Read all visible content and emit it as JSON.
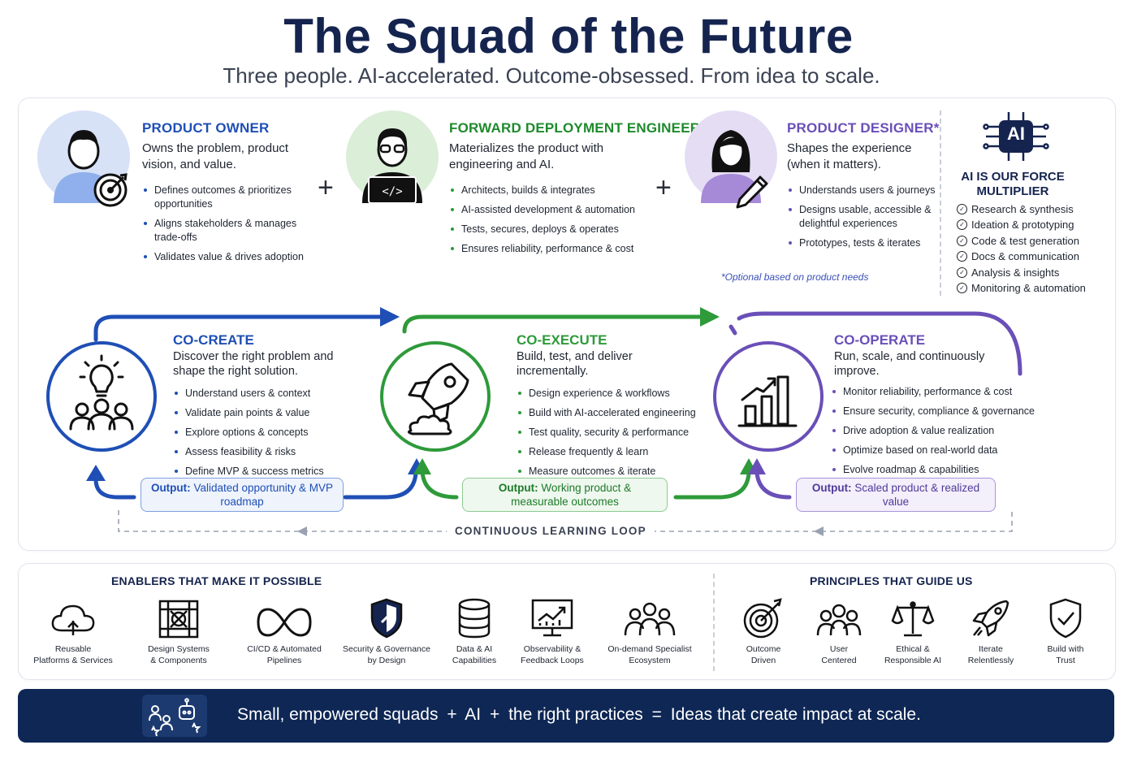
{
  "header": {
    "title": "The Squad of the Future",
    "subtitle": "Three people. AI-accelerated. Outcome-obsessed. From idea to scale."
  },
  "roles": [
    {
      "title": "PRODUCT OWNER",
      "desc": "Owns the problem, product vision, and value.",
      "bullets": [
        "Defines outcomes & prioritizes opportunities",
        "Aligns stakeholders & manages trade-offs",
        "Validates value & drives adoption"
      ]
    },
    {
      "title": "FORWARD DEPLOYMENT ENGINEER",
      "desc": "Materializes the product with engineering and AI.",
      "bullets": [
        "Architects, builds & integrates",
        "AI-assisted development & automation",
        "Tests, secures, deploys & operates",
        "Ensures reliability, performance & cost"
      ]
    },
    {
      "title": "PRODUCT DESIGNER*",
      "desc": "Shapes the experience (when it matters).",
      "bullets": [
        "Understands users & journeys",
        "Designs usable, accessible & delightful experiences",
        "Prototypes, tests & iterates"
      ]
    }
  ],
  "plus_sign": "+",
  "optional_note": "*Optional based on product needs",
  "ai_panel": {
    "badge": "AI",
    "title": "AI IS OUR FORCE MULTIPLIER",
    "items": [
      "Research & synthesis",
      "Ideation & prototyping",
      "Code & test generation",
      "Docs & communication",
      "Analysis & insights",
      "Monitoring & automation"
    ]
  },
  "phases": [
    {
      "title": "CO-CREATE",
      "desc": "Discover the right problem and shape the right solution.",
      "bullets": [
        "Understand users & context",
        "Validate pain points & value",
        "Explore options & concepts",
        "Assess feasibility & risks",
        "Define MVP & success metrics"
      ],
      "output_label": "Output:",
      "output_text": "Validated opportunity & MVP roadmap"
    },
    {
      "title": "CO-EXECUTE",
      "desc": "Build, test, and deliver incrementally.",
      "bullets": [
        "Design experience & workflows",
        "Build with AI-accelerated engineering",
        "Test quality, security & performance",
        "Release frequently & learn",
        "Measure outcomes & iterate"
      ],
      "output_label": "Output:",
      "output_text": "Working product & measurable outcomes"
    },
    {
      "title": "CO-OPERATE",
      "desc": "Run, scale, and continuously improve.",
      "bullets": [
        "Monitor reliability, performance & cost",
        "Ensure security, compliance & governance",
        "Drive adoption & value realization",
        "Optimize based on real-world data",
        "Evolve roadmap & capabilities"
      ],
      "output_label": "Output:",
      "output_text": "Scaled product & realized value"
    }
  ],
  "loop_label": "CONTINUOUS LEARNING LOOP",
  "enablers": {
    "title": "ENABLERS THAT MAKE IT POSSIBLE",
    "items": [
      {
        "l1": "Reusable",
        "l2": "Platforms & Services",
        "icon": "cloud-icon"
      },
      {
        "l1": "Design Systems",
        "l2": "& Components",
        "icon": "design-grid-icon"
      },
      {
        "l1": "CI/CD & Automated",
        "l2": "Pipelines",
        "icon": "infinity-icon"
      },
      {
        "l1": "Security & Governance",
        "l2": "by Design",
        "icon": "shield-icon"
      },
      {
        "l1": "Data & AI",
        "l2": "Capabilities",
        "icon": "database-icon"
      },
      {
        "l1": "Observability &",
        "l2": "Feedback Loops",
        "icon": "monitor-chart-icon"
      },
      {
        "l1": "On-demand Specialist",
        "l2": "Ecosystem",
        "icon": "people-group-icon"
      }
    ]
  },
  "principles": {
    "title": "PRINCIPLES THAT GUIDE US",
    "items": [
      {
        "l1": "Outcome",
        "l2": "Driven",
        "icon": "target-icon"
      },
      {
        "l1": "User",
        "l2": "Centered",
        "icon": "users-icon"
      },
      {
        "l1": "Ethical &",
        "l2": "Responsible AI",
        "icon": "scales-icon"
      },
      {
        "l1": "Iterate",
        "l2": "Relentlessly",
        "icon": "rocket-icon"
      },
      {
        "l1": "Build with",
        "l2": "Trust",
        "icon": "shield-check-icon"
      }
    ]
  },
  "banner": {
    "parts": [
      "Small, empowered squads",
      "+",
      "AI",
      "+",
      "the right practices",
      "=",
      "Ideas that create impact at scale."
    ]
  },
  "colors": {
    "blue": "#1f4fb5",
    "green": "#2e9a3a",
    "purple": "#6a4fb8",
    "navy": "#0e2755"
  }
}
